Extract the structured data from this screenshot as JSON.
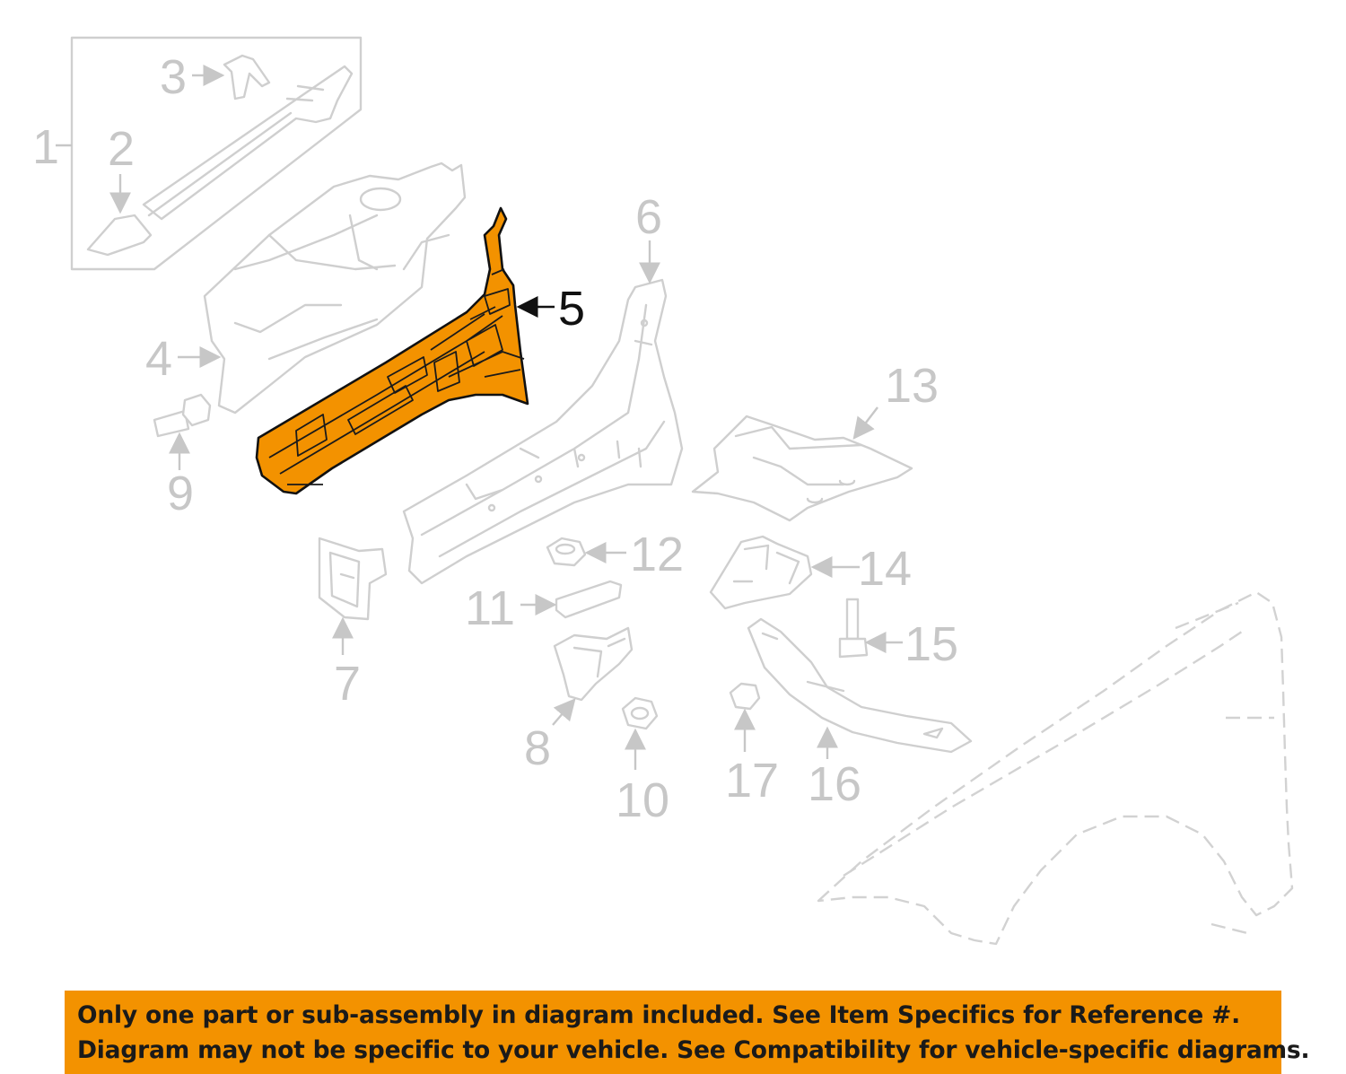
{
  "callouts": {
    "c1": "1",
    "c2": "2",
    "c3": "3",
    "c4": "4",
    "c5": "5",
    "c6": "6",
    "c7": "7",
    "c8": "8",
    "c9": "9",
    "c10": "10",
    "c11": "11",
    "c12": "12",
    "c13": "13",
    "c14": "14",
    "c15": "15",
    "c16": "16",
    "c17": "17"
  },
  "highlighted_part": "5",
  "colors": {
    "highlight": "#f39200",
    "outline": "#cfcfcf",
    "banner": "#f39200"
  },
  "notice": {
    "line1": "Only one part or sub-assembly in diagram included. See Item Specifics for Reference #.",
    "line2": "Diagram may not be specific to your vehicle. See Compatibility for vehicle-specific diagrams."
  }
}
